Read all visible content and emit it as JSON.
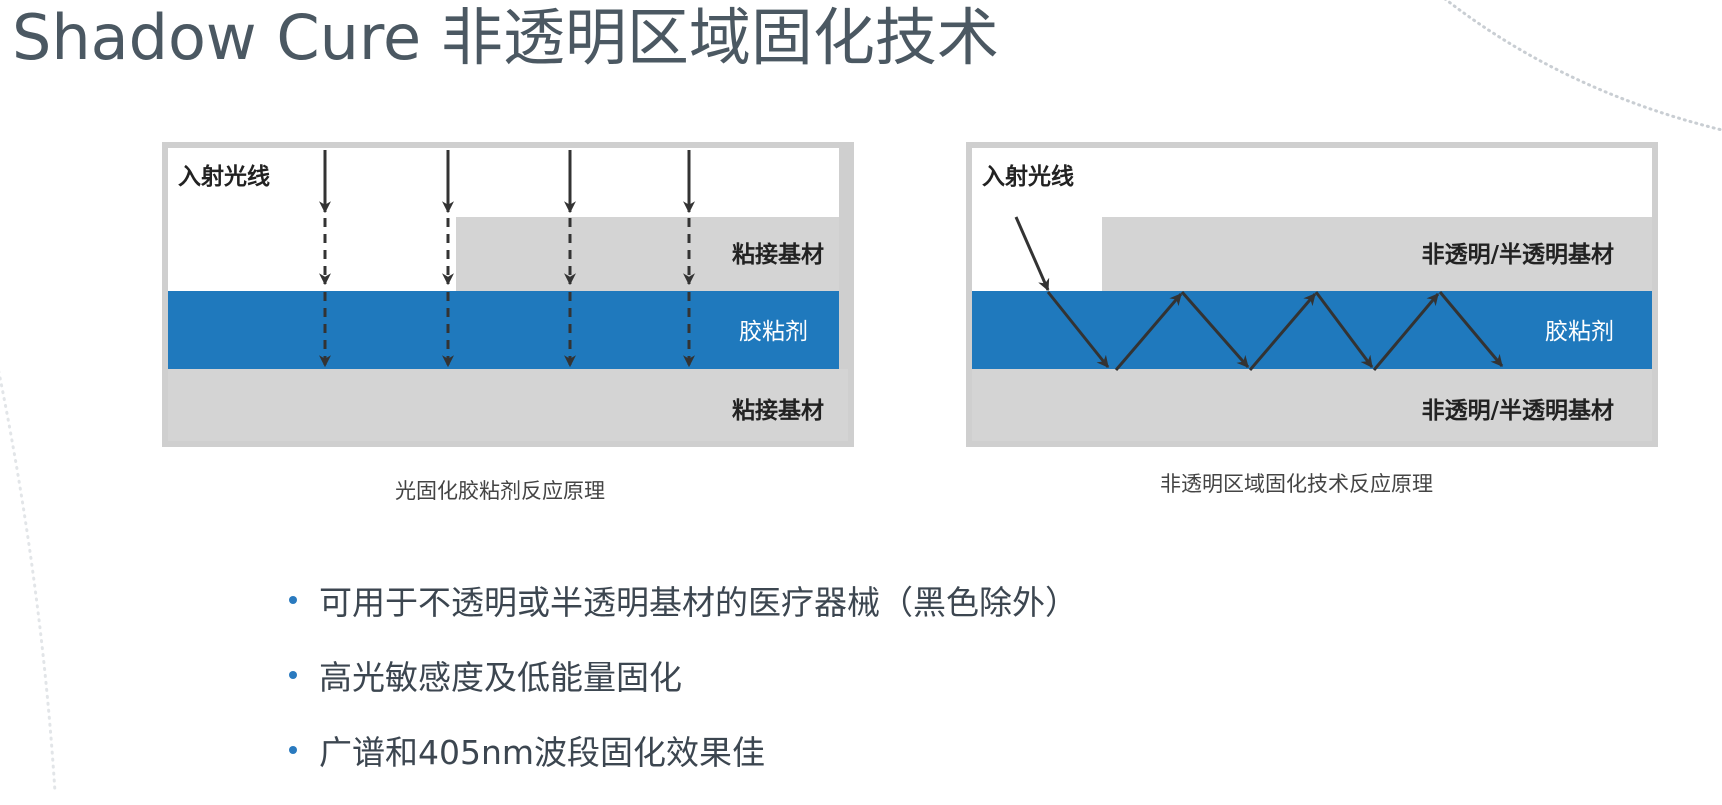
{
  "title": "Shadow Cure 非透明区域固化技术",
  "colors": {
    "adhesive_blue": "#1f79bd",
    "substrate_gray": "#d4d4d4",
    "frame_gray": "#cfcfcf",
    "arrow_dark": "#333333",
    "bullet_blue": "#2a7abf"
  },
  "diagrams": {
    "left": {
      "incident_label": "入射光线",
      "top_substrate_label": "粘接基材",
      "adhesive_label": "胶粘剂",
      "bottom_substrate_label": "粘接基材",
      "caption": "光固化胶粘剂反应原理"
    },
    "right": {
      "incident_label": "入射光线",
      "top_substrate_label": "非透明/半透明基材",
      "adhesive_label": "胶粘剂",
      "bottom_substrate_label": "非透明/半透明基材",
      "caption": "非透明区域固化技术反应原理"
    }
  },
  "bullets": [
    {
      "text": "可用于不透明或半透明基材的医疗器械（黑色除外）"
    },
    {
      "text": "高光敏感度及低能量固化"
    },
    {
      "text": "广谱和405nm波段固化效果佳"
    }
  ]
}
